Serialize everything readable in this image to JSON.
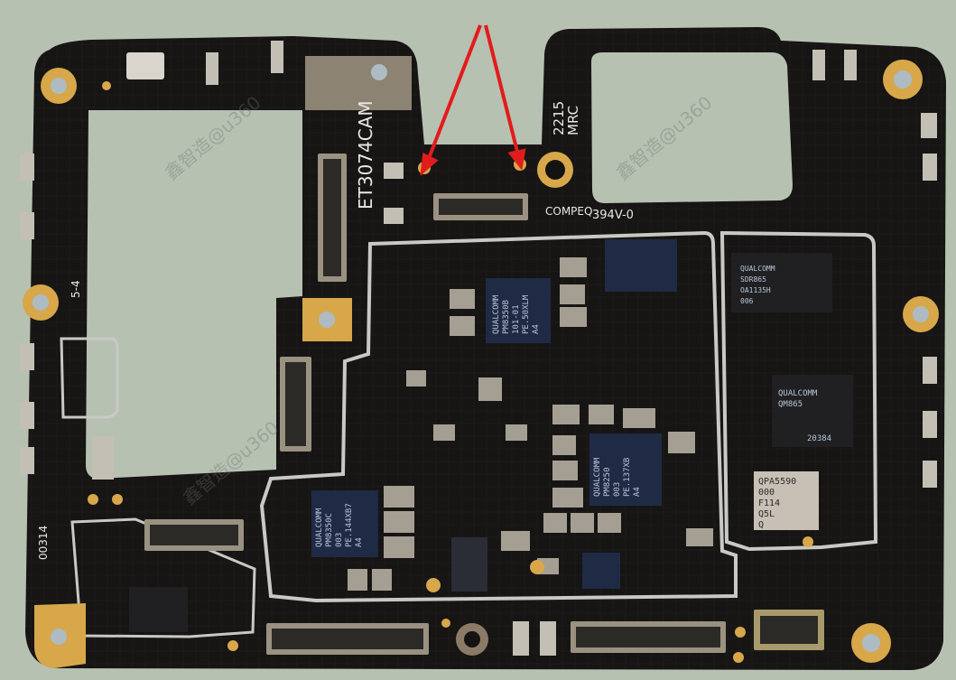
{
  "colors": {
    "background": "#b7c1b2",
    "board": "#141312",
    "gold": "#d7a74a",
    "shield": "#c9c9c4",
    "arrow": "#e21b1b",
    "chip": "#1f2a45"
  },
  "silkscreen": {
    "board_code": "ET3074CAM",
    "revision": "2215",
    "revision_suffix": "MRC",
    "maker": "COMPEQ",
    "rating": "394V-0",
    "side_mark": "5-4",
    "edge_code": "00314"
  },
  "chips": {
    "pmic_center": [
      "QUALCOMM",
      "PM8350B",
      "101-01",
      "PE.50XLM",
      "A4"
    ],
    "pmic_left": [
      "QUALCOMM",
      "PM8350C",
      "003",
      "PE.144XB7",
      "A4"
    ],
    "pmic_mid": [
      "QUALCOMM",
      "PM8250",
      "003",
      "PE.137XB",
      "A4"
    ],
    "rf_top": [
      "QUALCOMM",
      "SDR865",
      "OA1135H",
      "006"
    ],
    "rf_mid": [
      "QUALCOMM",
      "QM865",
      "20384"
    ],
    "pa": [
      "QPA5590",
      "000",
      "F114",
      "Q5L",
      "Q"
    ]
  },
  "watermark": "鑫智造@u360"
}
